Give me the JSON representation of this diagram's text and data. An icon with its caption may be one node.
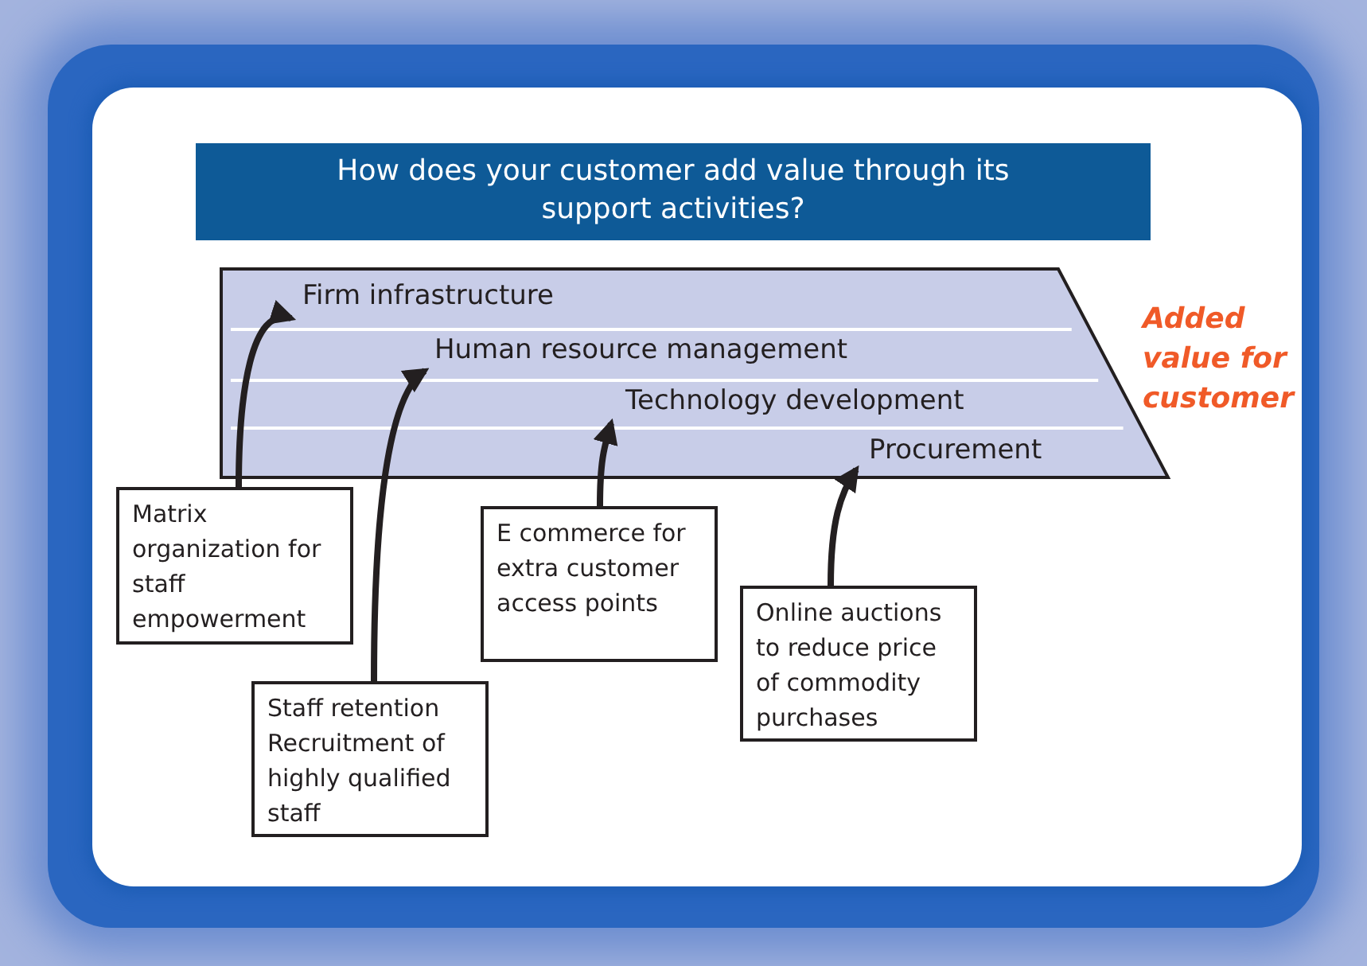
{
  "diagram": {
    "nodes": [
      {
        "text": [
          "How does your customer add value through its support activities?"
        ]
      },
      {
        "text": [],
        "shape": "trapezoid",
        "beside": [
          "Added value for customer"
        ]
      },
      {
        "text": [
          "Firm infrastructure"
        ],
        "in": 1
      },
      {
        "text": [
          "Human resource management"
        ],
        "in": 1
      },
      {
        "text": [
          "Technology development"
        ],
        "in": 1
      },
      {
        "text": [
          "Procurement"
        ],
        "in": 1
      },
      {
        "text": [
          "Matrix organization for staff empowerment"
        ]
      },
      {
        "text": [
          "Staff retention",
          "Recruitment of highly qualified staff"
        ]
      },
      {
        "text": [
          "E commerce for extra customer access points"
        ]
      },
      {
        "text": [
          "Online auctions to reduce price of commodity purchases"
        ]
      }
    ],
    "edges": [
      {
        "from": 6,
        "to": 2,
        "arrow": "to"
      },
      {
        "from": 7,
        "to": 3,
        "arrow": "to"
      },
      {
        "from": 8,
        "to": 4,
        "arrow": "to"
      },
      {
        "from": 9,
        "to": 5,
        "arrow": "to"
      }
    ]
  }
}
